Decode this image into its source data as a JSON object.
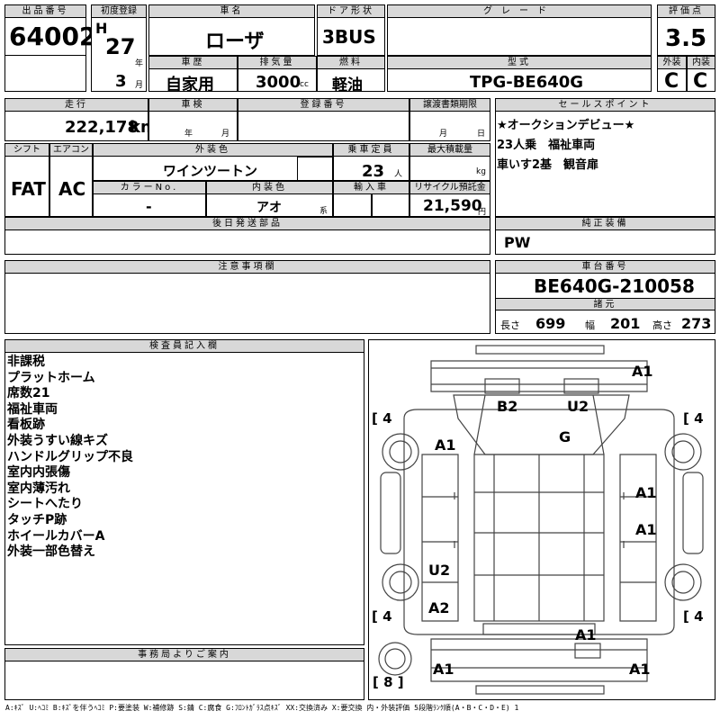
{
  "labels": {
    "lot": "出品番号",
    "first_reg": "初度登録",
    "car_name": "車名",
    "door": "ドア形状",
    "grade": "グレード",
    "score": "評価点",
    "history": "車歴",
    "displacement": "排気量",
    "fuel": "燃料",
    "model": "型式",
    "exterior": "外装",
    "interior": "内装",
    "mileage": "走行",
    "inspection": "車検",
    "reg_no": "登録番号",
    "transfer": "譲渡書類期限",
    "sales_point": "セールスポイント",
    "shift": "シフト",
    "aircon": "エアコン",
    "ext_color": "外装色",
    "capacity": "乗車定員",
    "max_load": "最大積載量",
    "color_no": "カラーNo.",
    "int_color": "内装色",
    "import": "輸入車",
    "recycle": "リサイクル預託金",
    "later_parts": "後日発送部品",
    "std_equipment": "純正装備",
    "caution": "注意事項欄",
    "chassis_no": "車台番号",
    "specs": "諸元",
    "length": "長さ",
    "width": "幅",
    "height": "高さ",
    "inspector": "検査員記入欄",
    "office": "事務局よりご案内"
  },
  "values": {
    "lot": "64002",
    "era": "H",
    "year": "27",
    "year_unit": "年",
    "month": "3",
    "month_unit": "月",
    "car_name": "ローザ",
    "door": "3BUS",
    "score": "3.5",
    "history": "自家用",
    "displacement": "3000",
    "cc": "cc",
    "fuel": "軽油",
    "model": "TPG-BE640G",
    "exterior": "C",
    "interior": "C",
    "mileage": "222,178",
    "km": "km",
    "nen": "年",
    "tsuki": "月",
    "tsuki2": "月",
    "hi": "日",
    "shift": "FAT",
    "aircon": "AC",
    "ext_color": "ワインツートン",
    "capacity": "23",
    "person": "人",
    "kg": "kg",
    "color_no": "-",
    "int_color": "アオ",
    "kei": "系",
    "recycle": "21,590",
    "yen": "円",
    "std_equipment": "PW",
    "chassis_no": "BE640G-210058",
    "length": "699",
    "width": "201",
    "height": "273"
  },
  "sales_points": [
    "★オークションデビュー★",
    "23人乗　福祉車両",
    "車いす2基　観音扉"
  ],
  "inspector_notes": [
    "非課税",
    "プラットホーム",
    "席数21",
    "福祉車両",
    "看板跡",
    "外装うすい線キズ",
    "ハンドルグリップ不良",
    "室内内張傷",
    "室内薄汚れ",
    "シートへたり",
    "タッチP跡",
    "ホイールカバーA",
    "外装一部色替え"
  ],
  "diagram": {
    "tire_marks": [
      "[ 4",
      "[ 4",
      "[ 4",
      "[ 4"
    ],
    "bottom_box": "[ 8 ]",
    "marks": [
      "A1",
      "B2",
      "U2",
      "G",
      "A1",
      "A1",
      "A1",
      "U2",
      "A2",
      "A1",
      "A1",
      "A1"
    ]
  },
  "legend": "A:ｷｽﾞ U:ﾍｺﾐ B:ｷｽﾞを伴うﾍｺﾐ P:要塗装 W:補修跡 S:錆 C:腐食 G:ﾌﾛﾝﾄｶﾞﾗｽ点ｷｽﾞ XX:交換済み X:要交換 内・外装評価 5段階ﾗﾝｸ順(A・B・C・D・E) 1"
}
